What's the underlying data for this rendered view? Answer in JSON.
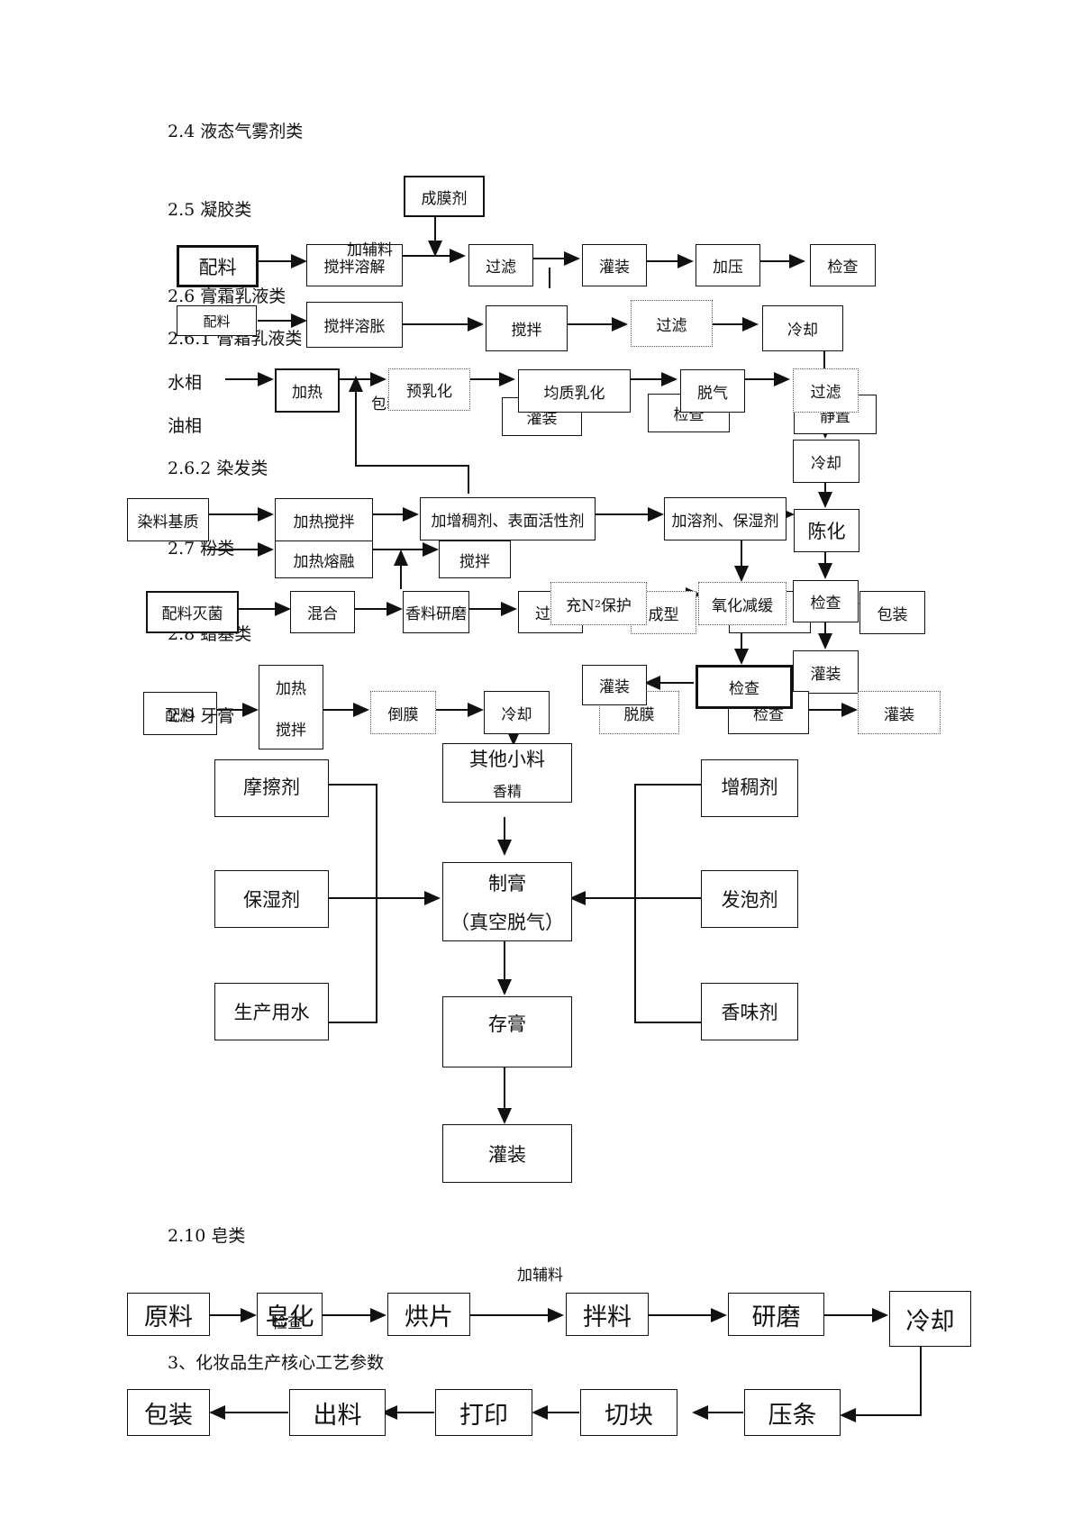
{
  "headings": {
    "h24": "2.4  液态气雾剂类",
    "h25": "2.5  凝胶类",
    "h26": "2.6  膏霜乳液类",
    "h261": "2.6.1  膏霜乳液类",
    "h262": "2.6.2 染发类",
    "h27": "2.7  粉类",
    "h28": "2.8  蜡基类",
    "h29": "2.9  牙膏",
    "h210": "2.10  皂类",
    "h3": "3、化妆品生产核心工艺参数"
  },
  "gel": {
    "film_agent": "成膜剂",
    "add_aux": "加辅料",
    "mix": "配料",
    "stir_dissolve": "搅拌溶解",
    "filter": "过滤",
    "fill": "灌装",
    "pressurize": "加压",
    "inspect": "检查"
  },
  "cream": {
    "mix": "配料",
    "stir_swell": "搅拌溶胀",
    "stir": "搅拌",
    "filter": "过滤",
    "cool": "冷却",
    "water_phase": "水相",
    "oil_phase": "油相",
    "heat": "加热",
    "pre_emulsify": "预乳化",
    "homogenize": "均质乳化",
    "degas": "脱气",
    "filter2": "过滤",
    "pack": "包装",
    "fill": "灌装",
    "inspect": "检查",
    "rest": "静置",
    "cool2": "冷却"
  },
  "dye": {
    "base": "染料基质",
    "heat_stir": "加热搅拌",
    "thickener": "加增稠剂、表面活性剂",
    "solvent": "加溶剂、保湿剂",
    "age": "陈化",
    "heat_melt": "加热熔融",
    "stir": "搅拌"
  },
  "powder": {
    "sterilize": "配料灭菌",
    "blend": "混合",
    "fragrance_grind": "香料研磨",
    "sieve": "过筛",
    "n2": "充N",
    "n2_sub": "2",
    "n2_tail": "保护",
    "mold": "成型",
    "oxidation": "氧化减缓",
    "inspect": "检查",
    "inspect2": "检查",
    "pack": "包装",
    "fill": "灌装"
  },
  "wax": {
    "mix": "配料",
    "heat": "加热",
    "stir": "搅拌",
    "pour": "倒膜",
    "cool": "冷却",
    "fill": "灌装",
    "demold": "脱膜",
    "inspect": "检查",
    "inspect2": "检查",
    "fill2": "灌装"
  },
  "toothpaste": {
    "abrasive": "摩擦剂",
    "humectant": "保湿剂",
    "water": "生产用水",
    "others": "其他小料",
    "flavor_essence": "香精",
    "make": "制膏",
    "vacuum": "（真空脱气）",
    "store": "存膏",
    "fill": "灌装",
    "thickener": "增稠剂",
    "foaming": "发泡剂",
    "flavor": "香味剂"
  },
  "soap": {
    "add_aux": "加辅料",
    "raw": "原料",
    "saponify": "皂化",
    "inspect": "检查",
    "dry": "烘片",
    "mix": "拌料",
    "grind": "研磨",
    "cool": "冷却",
    "pack": "包装",
    "discharge": "出料",
    "print": "打印",
    "cut": "切块",
    "press": "压条"
  }
}
